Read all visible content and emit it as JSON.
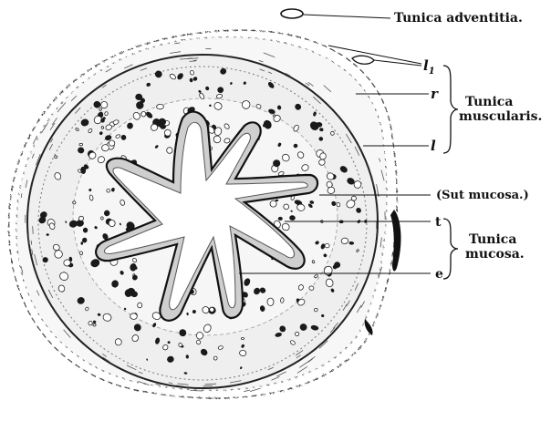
{
  "figure": {
    "colors": {
      "ink": "#111111",
      "paper": "#ffffff",
      "tissue": "#d9d9d9"
    },
    "labels": {
      "adventitia": "Tunica adventitia.",
      "l1": "l",
      "l1_sub": "1",
      "r": "r",
      "l": "l",
      "muscularis_line1": "Tunica",
      "muscularis_line2": "muscularis.",
      "submucosa": "(Sut mucosa.)",
      "t": "t",
      "e": "e",
      "mucosa_line1": "Tunica",
      "mucosa_line2": "mucosa."
    }
  }
}
